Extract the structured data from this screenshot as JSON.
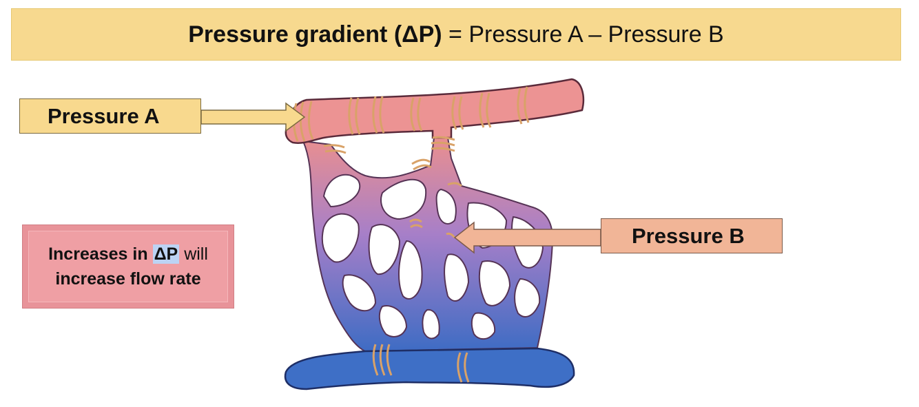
{
  "banner": {
    "bold_prefix": "Pressure gradient (ΔP)",
    "equals": " = ",
    "expression": "Pressure A – Pressure B"
  },
  "labels": {
    "pressure_a": "Pressure A",
    "pressure_b": "Pressure B"
  },
  "note": {
    "line1_prefix": "Increases in",
    "line1_highlight": "ΔP",
    "line1_suffix": "will",
    "line2": "increase flow rate"
  },
  "colors": {
    "banner_fill": "#f7d98f",
    "pressure_a_fill": "#f8d98e",
    "pressure_b_fill": "#f1b597",
    "note_fill": "#ef9fa4",
    "artery": "#e88f8f",
    "vein": "#3f6fc4",
    "capillary_mid": "#9a80cc",
    "muscle_band": "#f2c38e"
  }
}
